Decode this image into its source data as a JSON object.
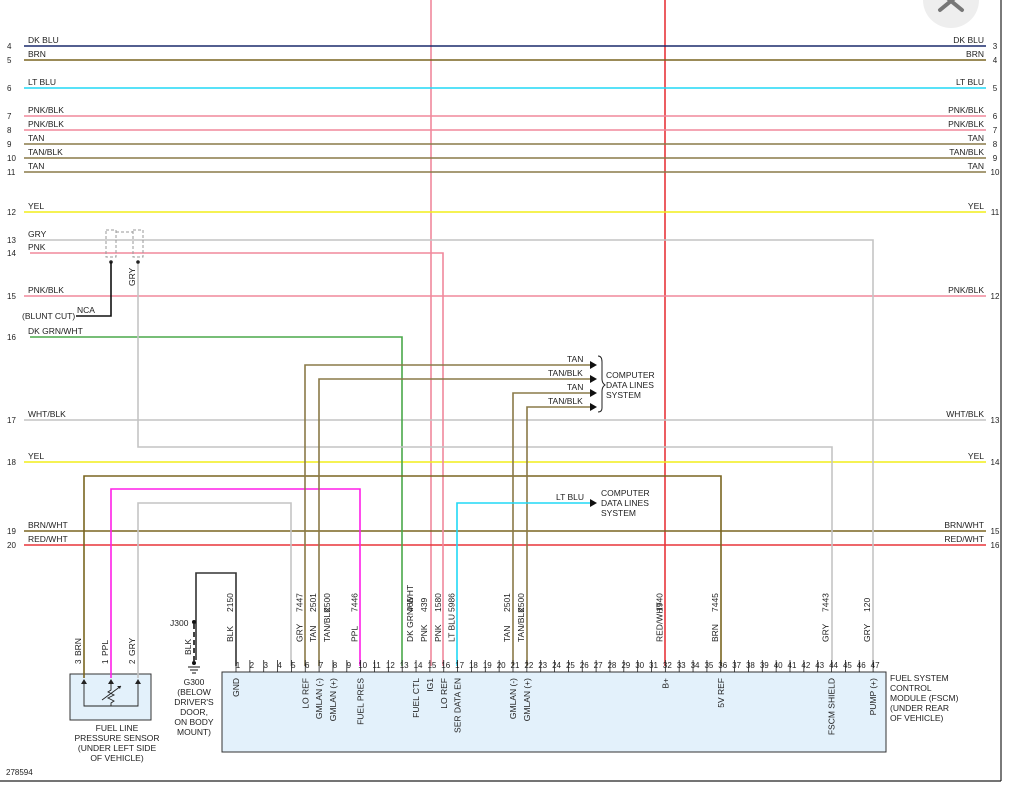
{
  "diagram_id": "278594",
  "wires": [
    {
      "label": "DK BLU",
      "left_pin": "4",
      "right_pin": "3",
      "right_label": "DK BLU",
      "color": "#1a2a6c"
    },
    {
      "label": "BRN",
      "left_pin": "5",
      "right_pin": "4",
      "right_label": "BRN",
      "color": "#7a6520"
    },
    {
      "label": "LT BLU",
      "left_pin": "6",
      "right_pin": "5",
      "right_label": "LT BLU",
      "color": "#21d8f5"
    },
    {
      "label": "PNK/BLK",
      "left_pin": "7",
      "right_pin": "6",
      "right_label": "PNK/BLK",
      "color": "#f0889c"
    },
    {
      "label": "PNK/BLK",
      "left_pin": "8",
      "right_pin": "7",
      "right_label": "PNK/BLK",
      "color": "#f0889c"
    },
    {
      "label": "TAN",
      "left_pin": "9",
      "right_pin": "8",
      "right_label": "TAN",
      "color": "#8a7a48"
    },
    {
      "label": "TAN/BLK",
      "left_pin": "10",
      "right_pin": "9",
      "right_label": "TAN/BLK",
      "color": "#8a7a48"
    },
    {
      "label": "TAN",
      "left_pin": "11",
      "right_pin": "10",
      "right_label": "TAN",
      "color": "#8a7a48"
    },
    {
      "label": "YEL",
      "left_pin": "12",
      "right_pin": "11",
      "right_label": "YEL",
      "color": "#f2ee1a"
    },
    {
      "label": "GRY",
      "left_pin": "13",
      "right_pin": "",
      "right_label": "",
      "color": "#c4c4c4"
    },
    {
      "label": "PNK",
      "left_pin": "14",
      "right_pin": "",
      "right_label": "",
      "color": "#f0889c"
    },
    {
      "label": "PNK/BLK",
      "left_pin": "15",
      "right_pin": "12",
      "right_label": "PNK/BLK",
      "color": "#f0889c"
    },
    {
      "label": "DK GRN/WHT",
      "left_pin": "16",
      "right_pin": "",
      "right_label": "",
      "color": "#4aa84a"
    },
    {
      "label": "WHT/BLK",
      "left_pin": "17",
      "right_pin": "13",
      "right_label": "WHT/BLK",
      "color": "#c4c4c4"
    },
    {
      "label": "YEL",
      "left_pin": "18",
      "right_pin": "14",
      "right_label": "YEL",
      "color": "#f2ee1a"
    },
    {
      "label": "BRN/WHT",
      "left_pin": "19",
      "right_pin": "15",
      "right_label": "BRN/WHT",
      "color": "#7a6520"
    },
    {
      "label": "RED/WHT",
      "left_pin": "20",
      "right_pin": "16",
      "right_label": "RED/WHT",
      "color": "#e8353a"
    }
  ],
  "splice": {
    "blunt_cut": "(BLUNT CUT)",
    "nca": "NCA",
    "gry": "GRY"
  },
  "data_lines_upper": {
    "wires": [
      "TAN",
      "TAN/BLK",
      "TAN",
      "TAN/BLK"
    ],
    "label": [
      "COMPUTER",
      "DATA LINES",
      "SYSTEM"
    ]
  },
  "data_lines_lower": {
    "wire": "LT BLU",
    "label": [
      "COMPUTER",
      "DATA LINES",
      "SYSTEM"
    ]
  },
  "ground": {
    "j300": "J300",
    "blk": "BLK",
    "g300": "G300",
    "location": [
      "(BELOW",
      "DRIVER'S",
      "DOOR,",
      "ON BODY",
      "MOUNT)"
    ]
  },
  "sensor": {
    "pins": [
      {
        "num": "3",
        "color": "BRN"
      },
      {
        "num": "1",
        "color": "PPL"
      },
      {
        "num": "2",
        "color": "GRY"
      }
    ],
    "name": [
      "FUEL LINE",
      "PRESSURE SENSOR",
      "(UNDER LEFT SIDE",
      "OF VEHICLE)"
    ]
  },
  "module": {
    "name": [
      "FUEL SYSTEM",
      "CONTROL",
      "MODULE (FSCM)",
      "(UNDER REAR",
      "OF VEHICLE)"
    ],
    "pins": [
      "1",
      "2",
      "3",
      "4",
      "5",
      "6",
      "7",
      "8",
      "9",
      "10",
      "11",
      "12",
      "13",
      "14",
      "15",
      "16",
      "17",
      "18",
      "19",
      "20",
      "21",
      "22",
      "23",
      "24",
      "25",
      "26",
      "27",
      "28",
      "29",
      "30",
      "31",
      "32",
      "33",
      "34",
      "35",
      "36",
      "37",
      "38",
      "39",
      "40",
      "41",
      "42",
      "43",
      "44",
      "45",
      "46",
      "47"
    ],
    "wires": [
      {
        "pin": "1",
        "color": "BLK",
        "circuit": "2150"
      },
      {
        "pin": "6",
        "color": "GRY",
        "circuit": "7447"
      },
      {
        "pin": "7",
        "color": "TAN",
        "circuit": "2501"
      },
      {
        "pin": "8",
        "color": "TAN/BLK",
        "circuit": "2500"
      },
      {
        "pin": "10",
        "color": "PPL",
        "circuit": "7446"
      },
      {
        "pin": "14",
        "color": "DK GRN/ WHT",
        "circuit": "465"
      },
      {
        "pin": "15",
        "color": "PNK",
        "circuit": "439"
      },
      {
        "pin": "16",
        "color": "PNK",
        "circuit": "1580"
      },
      {
        "pin": "17",
        "color": "LT BLU",
        "circuit": "5986"
      },
      {
        "pin": "21",
        "color": "TAN",
        "circuit": "2501"
      },
      {
        "pin": "22",
        "color": "TAN/BLK",
        "circuit": "2500"
      },
      {
        "pin": "32",
        "color": "RED/WHT",
        "circuit": "1940"
      },
      {
        "pin": "36",
        "color": "BRN",
        "circuit": "7445"
      },
      {
        "pin": "44",
        "color": "GRY",
        "circuit": "7443"
      },
      {
        "pin": "47",
        "color": "GRY",
        "circuit": "120"
      }
    ],
    "functions": [
      {
        "pin": "1",
        "name": "GND"
      },
      {
        "pin": "6",
        "name": "LO REF"
      },
      {
        "pin": "7",
        "name": "GMLAN (-)"
      },
      {
        "pin": "8",
        "name": "GMLAN (+)"
      },
      {
        "pin": "10",
        "name": "FUEL PRES"
      },
      {
        "pin": "14",
        "name": "FUEL CTL"
      },
      {
        "pin": "15",
        "name": "IG1"
      },
      {
        "pin": "16",
        "name": "LO REF"
      },
      {
        "pin": "17",
        "name": "SER DATA EN"
      },
      {
        "pin": "21",
        "name": "GMLAN (-)"
      },
      {
        "pin": "22",
        "name": "GMLAN (+)"
      },
      {
        "pin": "32",
        "name": "B+"
      },
      {
        "pin": "36",
        "name": "5V REF"
      },
      {
        "pin": "44",
        "name": "FSCM SHIELD"
      },
      {
        "pin": "47",
        "name": "PUMP (+)"
      }
    ]
  },
  "colors": {
    "dk_blu": "#1a2a6c",
    "brn": "#7a6520",
    "lt_blu": "#21d8f5",
    "pnk": "#f0889c",
    "tan": "#8a7a48",
    "yel": "#f2ee1a",
    "gry": "#c4c4c4",
    "grn": "#4aa84a",
    "red": "#e8353a",
    "ppl": "#ff1fe8",
    "module_fill": "#e3f1fb"
  },
  "close_icon": "close-icon"
}
